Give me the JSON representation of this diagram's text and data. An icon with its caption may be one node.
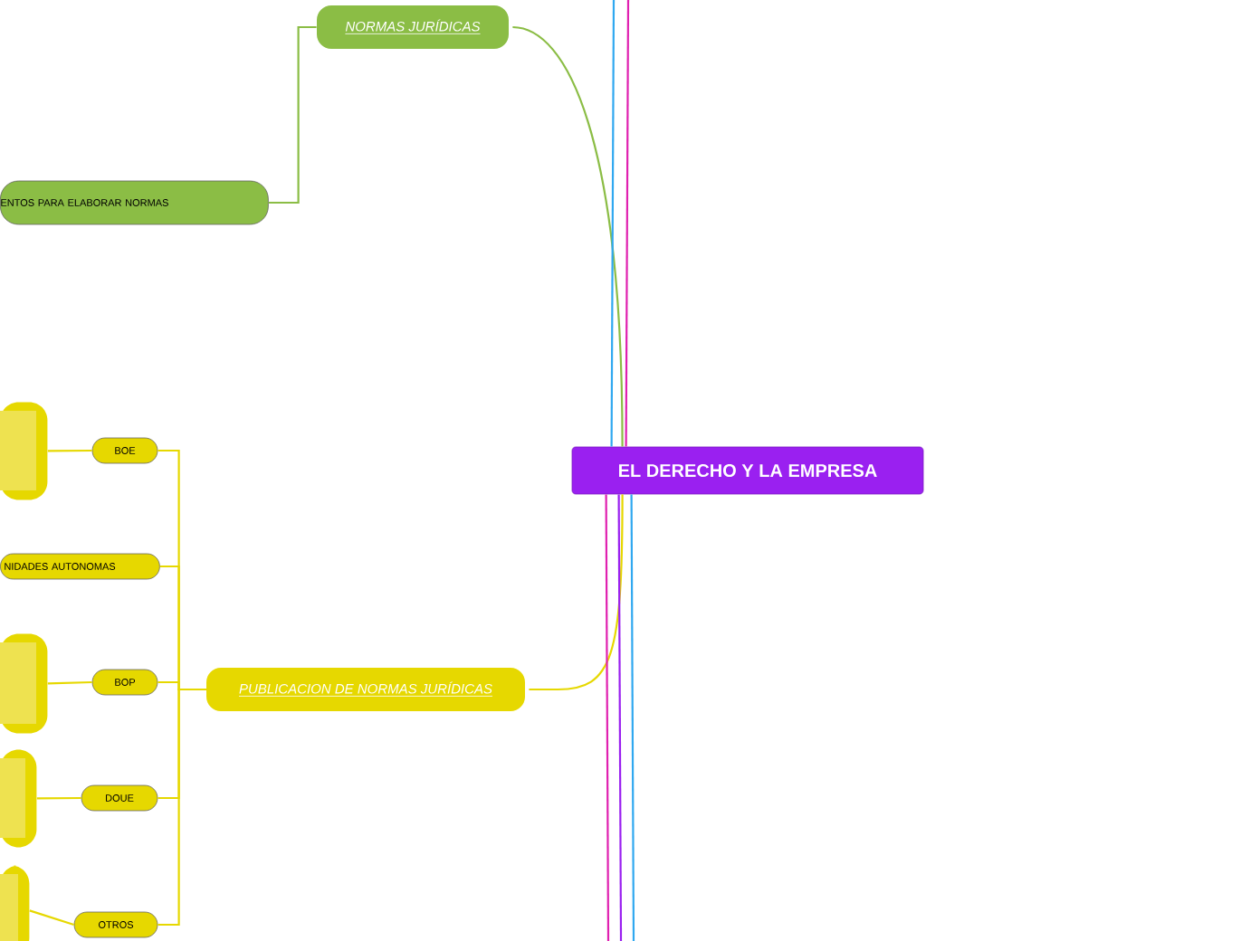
{
  "diagram": {
    "nodes": [
      {
        "text": [
          "EL DERECHO Y LA EMPRESA"
        ]
      },
      {
        "text": [
          "NORMAS JURÍDICAS"
        ]
      },
      {
        "text": [
          "ENTOS PARA ELABORAR NORMAS"
        ]
      },
      {
        "text": [
          "PUBLICACION DE NORMAS JURÍDICAS"
        ]
      },
      {
        "text": [
          "BOE"
        ]
      },
      {
        "text": [
          "NIDADES AUTONOMAS"
        ]
      },
      {
        "text": [
          "BOP"
        ]
      },
      {
        "text": [
          "DOUE"
        ]
      },
      {
        "text": [
          "OTROS"
        ]
      },
      {
        "text": [],
        "shape": "box"
      },
      {
        "text": [],
        "shape": "box"
      },
      {
        "text": [],
        "shape": "box"
      },
      {
        "text": [],
        "shape": "box"
      }
    ],
    "edges": [
      {
        "from": 0,
        "to": 1,
        "arrow": "none",
        "color": "#8bbd45"
      },
      {
        "from": 1,
        "to": 2,
        "arrow": "none",
        "color": "#8bbd45"
      },
      {
        "from": 0,
        "to": 3,
        "arrow": "none"
      },
      {
        "from": 3,
        "to": 4,
        "arrow": "none"
      },
      {
        "from": 3,
        "to": 5,
        "arrow": "none"
      },
      {
        "from": 3,
        "to": 6,
        "arrow": "none"
      },
      {
        "from": 3,
        "to": 7,
        "arrow": "none"
      },
      {
        "from": 3,
        "to": 8,
        "arrow": "none"
      },
      {
        "from": 4,
        "to": 9,
        "arrow": "none"
      },
      {
        "from": 6,
        "to": 10,
        "arrow": "none"
      },
      {
        "from": 7,
        "to": 11,
        "arrow": "none"
      },
      {
        "from": 8,
        "to": 12,
        "arrow": "none"
      },
      {
        "from": 0,
        "to": null,
        "arrow": "none",
        "color": "#e020b0"
      },
      {
        "from": 0,
        "to": null,
        "arrow": "none",
        "color": "#30a8f0"
      },
      {
        "from": 0,
        "to": null,
        "arrow": "none",
        "color": "#30a8f0"
      },
      {
        "from": 0,
        "to": null,
        "arrow": "none",
        "color": "#9a20f0"
      },
      {
        "from": 0,
        "to": null,
        "arrow": "none",
        "color": "#e020b0"
      }
    ]
  }
}
